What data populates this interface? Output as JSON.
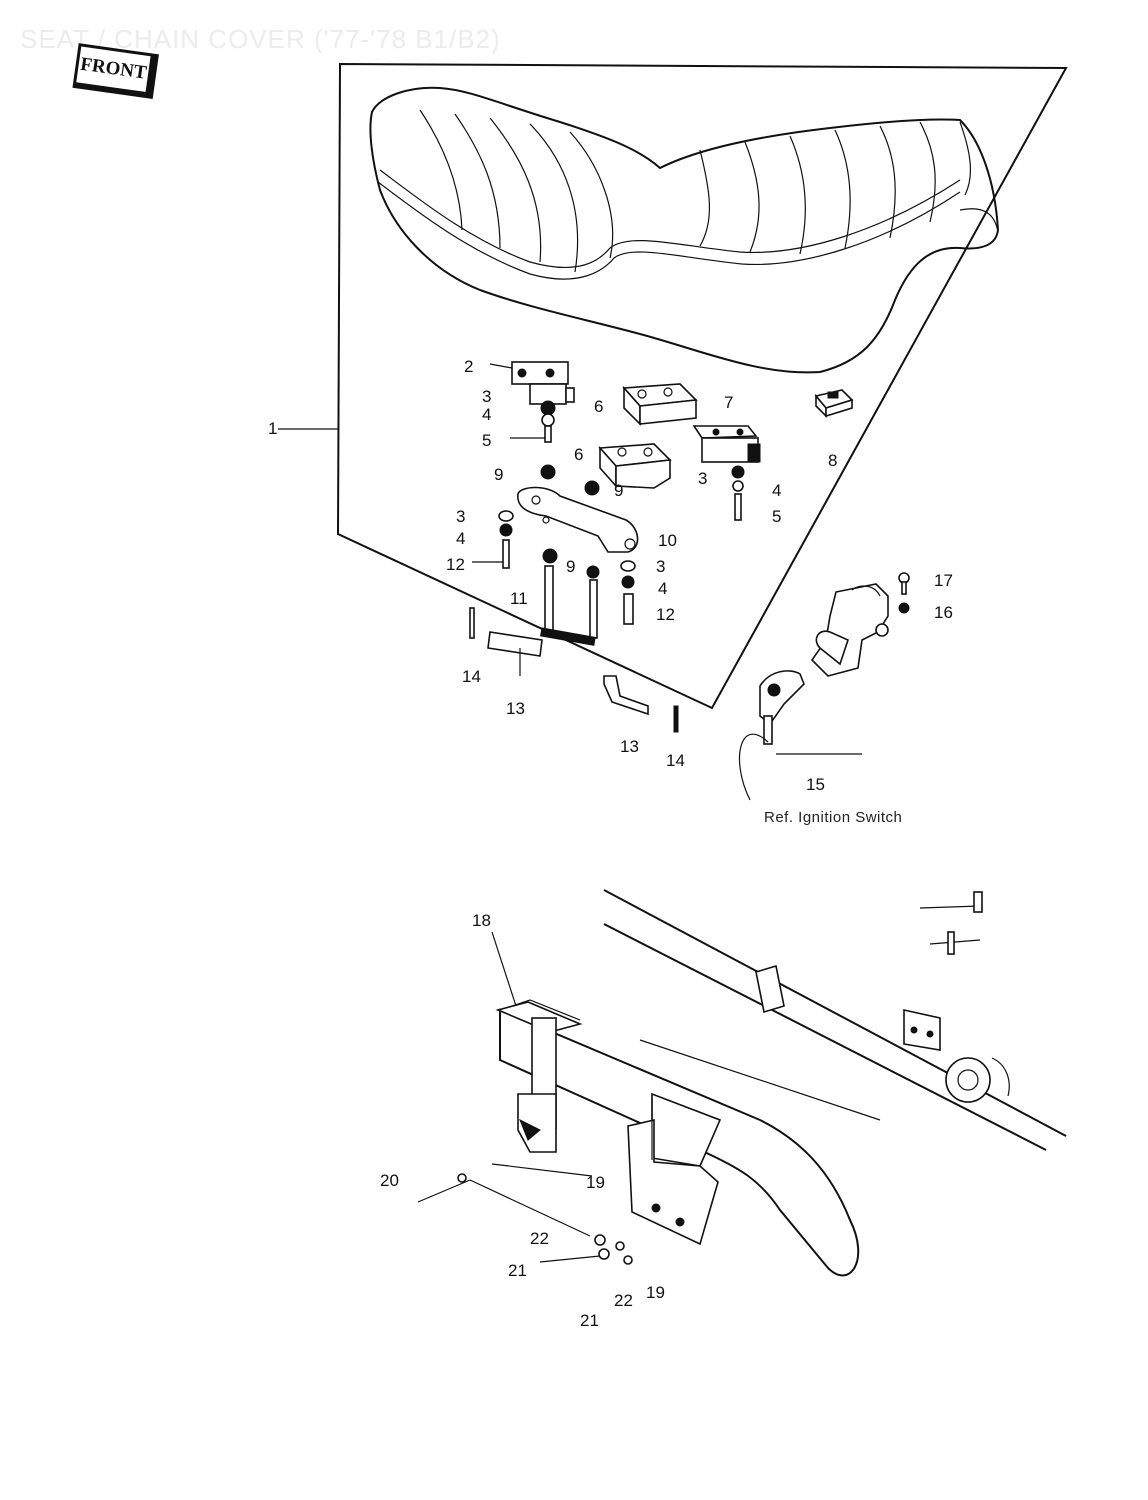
{
  "title": "SEAT / CHAIN COVER ('77-'78 B1/B2)",
  "front_label": "FRONT",
  "ref_labels": {
    "l1": "1",
    "l2": "2",
    "l3a": "3",
    "l3b": "3",
    "l3c": "3",
    "l3d": "3",
    "l4a": "4",
    "l4b": "4",
    "l4c": "4",
    "l4d": "4",
    "l5a": "5",
    "l5b": "5",
    "l6a": "6",
    "l6b": "6",
    "l7": "7",
    "l8": "8",
    "l9a": "9",
    "l9b": "9",
    "l9c": "9",
    "l10": "10",
    "l11": "11",
    "l12a": "12",
    "l12b": "12",
    "l13a": "13",
    "l13b": "13",
    "l14a": "14",
    "l14b": "14",
    "l15": "15",
    "l16": "16",
    "l17": "17",
    "l18": "18",
    "l19a": "19",
    "l19b": "19",
    "l20": "20",
    "l21a": "21",
    "l21b": "21",
    "l22a": "22",
    "l22b": "22"
  },
  "note_ignition": "Ref. Ignition Switch"
}
